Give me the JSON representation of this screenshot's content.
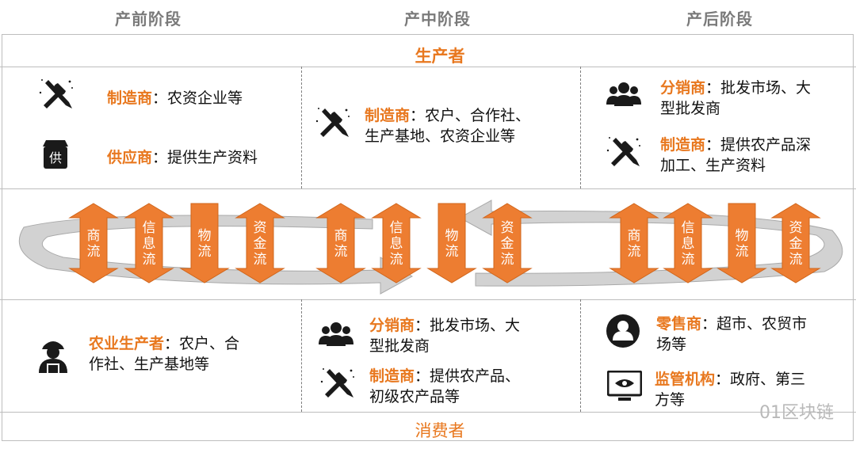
{
  "stages": [
    "产前阶段",
    "产中阶段",
    "产后阶段"
  ],
  "producer_label": "生产者",
  "consumer_label": "消费者",
  "flows": [
    "商\n流",
    "信\n息\n流",
    "物\n流",
    "资\n金\n流"
  ],
  "top": {
    "pre": [
      {
        "name": "制造商",
        "desc": "：农资企业等",
        "icon": "tools-icon"
      },
      {
        "name": "供应商",
        "desc": "：提供生产资料",
        "icon": "shop-icon"
      }
    ],
    "mid": [
      {
        "name": "制造商",
        "desc": "：农户、合作社、",
        "desc2": "生产基地、农资企业等",
        "icon": "tools-icon"
      }
    ],
    "post": [
      {
        "name": "分销商",
        "desc": "：批发市场、大",
        "desc2": "型批发商",
        "icon": "group-icon"
      },
      {
        "name": "制造商",
        "desc": "：提供农产品深",
        "desc2": "加工、生产资料",
        "icon": "tools-icon"
      }
    ]
  },
  "bottom": {
    "pre": [
      {
        "name": "农业生产者",
        "desc": "：农户、合",
        "desc2": "作社、生产基地等",
        "icon": "worker-icon"
      }
    ],
    "mid": [
      {
        "name": "分销商",
        "desc": "：批发市场、大",
        "desc2": "型批发商",
        "icon": "group-icon"
      },
      {
        "name": "制造商",
        "desc": "：提供农产品、",
        "desc2": "初级农产品等",
        "icon": "tools-icon"
      }
    ],
    "post": [
      {
        "name": "零售商",
        "desc": "：超市、农贸市",
        "desc2": "场等",
        "icon": "person-icon"
      },
      {
        "name": "监管机构",
        "desc": "：政府、第三",
        "desc2": "方等",
        "icon": "monitor-eye-icon"
      }
    ]
  },
  "watermark": "01区块链",
  "colors": {
    "accent": "#e8781f",
    "arrow": "#ed7d31",
    "loop": "#cfcfcf",
    "text": "#111111"
  }
}
